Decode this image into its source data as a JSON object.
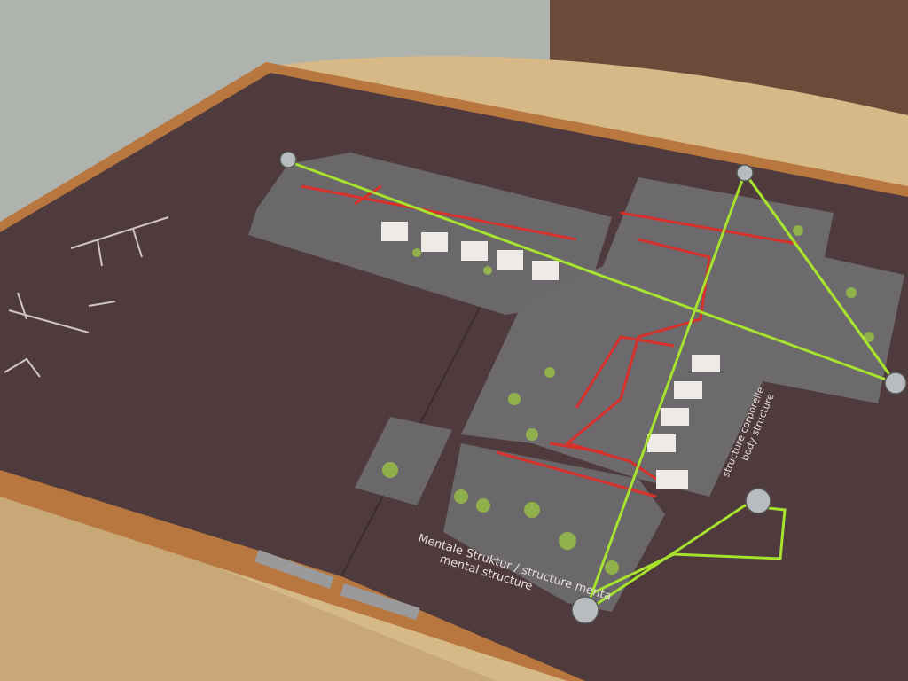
{
  "board": {
    "labels": {
      "mental_line1": "Mentale Struktur / structure menta",
      "mental_line2": "mental structure",
      "body_line1": "structure corporelle",
      "body_line2": "body structure"
    }
  },
  "colors": {
    "board": "#4e3a3c",
    "frame": "#b47a45",
    "tile": "#6d6a6d",
    "red_line": "#d8302a",
    "string": "#a6e22e",
    "table": "#d8b888"
  }
}
